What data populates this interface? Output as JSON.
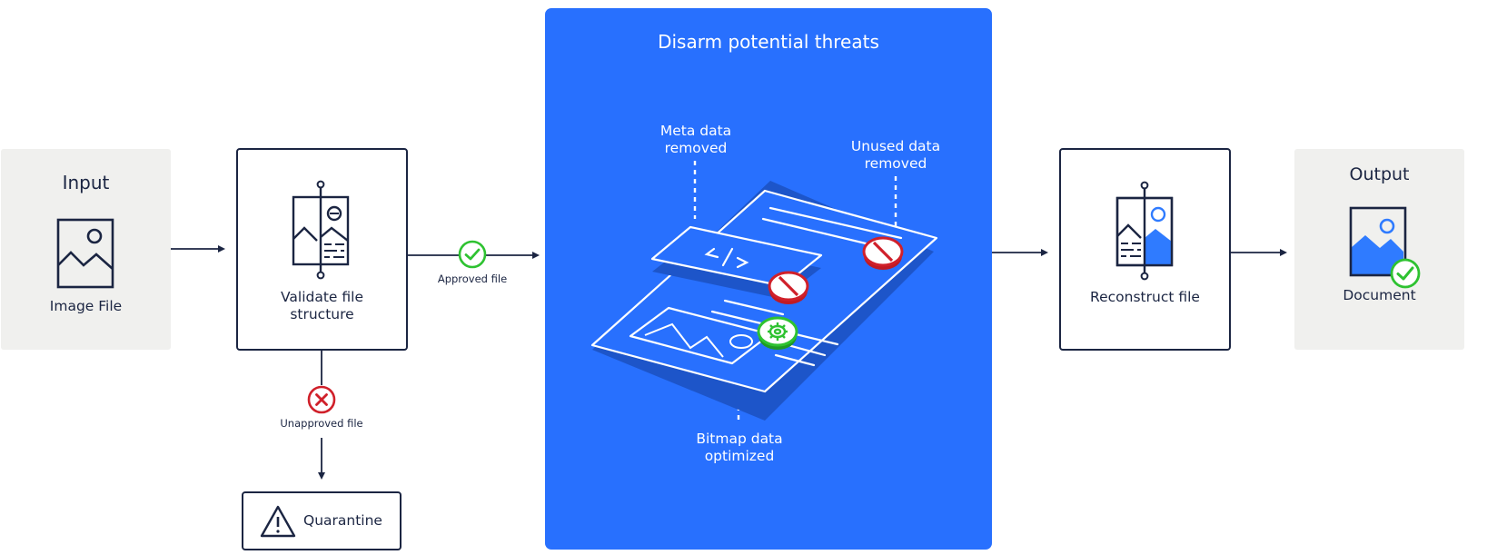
{
  "input": {
    "title": "Input",
    "label": "Image File"
  },
  "validate": {
    "label_line1": "Validate file",
    "label_line2": "structure"
  },
  "approved": {
    "label": "Approved file"
  },
  "unapproved": {
    "label": "Unapproved file"
  },
  "quarantine": {
    "label": "Quarantine"
  },
  "disarm": {
    "title": "Disarm potential threats",
    "meta_line1": "Meta data",
    "meta_line2": "removed",
    "unused_line1": "Unused data",
    "unused_line2": "removed",
    "bitmap_line1": "Bitmap data",
    "bitmap_line2": "optimized"
  },
  "reconstruct": {
    "label": "Reconstruct file"
  },
  "output": {
    "title": "Output",
    "label": "Document"
  },
  "colors": {
    "navy": "#1b2542",
    "blue": "#2870fe",
    "blue_dark": "#1d55c9",
    "gray_bg": "#f0f0ee",
    "green": "#2ec231",
    "red": "#d0202a",
    "light_blue": "#2f7bff"
  },
  "icons": {
    "input": "image-icon",
    "validate": "split-image-icon",
    "approved": "check-circle-icon",
    "unapproved": "x-circle-icon",
    "quarantine": "warning-triangle-icon",
    "reconstruct": "split-image-icon",
    "output": "document-check-icon",
    "blocked": "no-entry-icon",
    "optimize": "gear-icon"
  }
}
